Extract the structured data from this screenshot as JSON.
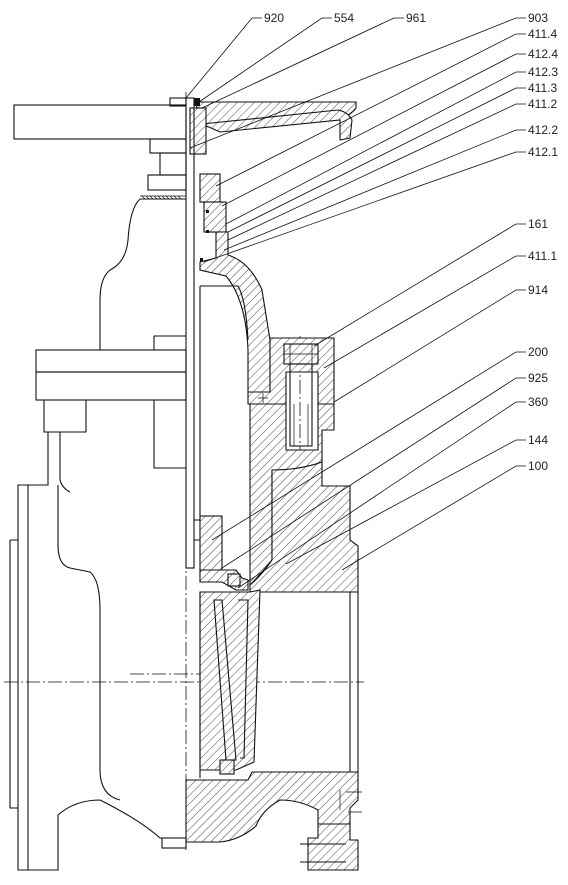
{
  "labels": [
    {
      "id": "p920",
      "text": "920"
    },
    {
      "id": "p554",
      "text": "554"
    },
    {
      "id": "p961",
      "text": "961"
    },
    {
      "id": "p903",
      "text": "903"
    },
    {
      "id": "p411_4",
      "text": "411.4"
    },
    {
      "id": "p412_4",
      "text": "412.4"
    },
    {
      "id": "p412_3",
      "text": "412.3"
    },
    {
      "id": "p411_3",
      "text": "411.3"
    },
    {
      "id": "p411_2",
      "text": "411.2"
    },
    {
      "id": "p412_2",
      "text": "412.2"
    },
    {
      "id": "p412_1",
      "text": "412.1"
    },
    {
      "id": "p161",
      "text": "161"
    },
    {
      "id": "p411_1",
      "text": "411.1"
    },
    {
      "id": "p914",
      "text": "914"
    },
    {
      "id": "p200",
      "text": "200"
    },
    {
      "id": "p925",
      "text": "925"
    },
    {
      "id": "p360",
      "text": "360"
    },
    {
      "id": "p144",
      "text": "144"
    },
    {
      "id": "p100",
      "text": "100"
    }
  ]
}
